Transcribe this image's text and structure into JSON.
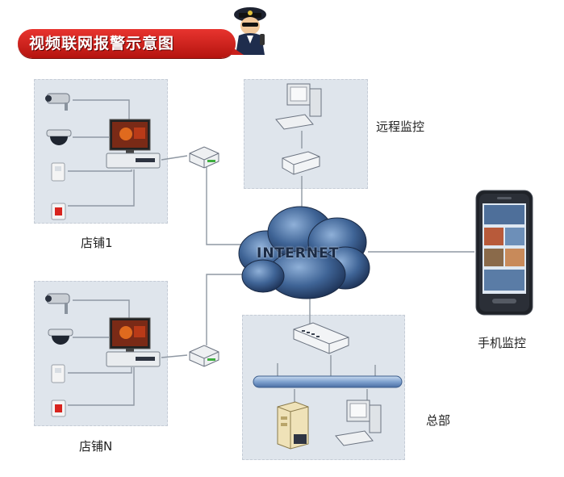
{
  "title": "视频联网报警示意图",
  "labels": {
    "store1": "店铺1",
    "storeN": "店铺N",
    "remote": "远程监控",
    "hq": "总部",
    "mobile": "手机监控",
    "internet": "INTERNET"
  },
  "colors": {
    "banner": "#d42a24",
    "zone": "#dfe5ec",
    "cloud": "#3a5a86",
    "line": "#9aa3ad"
  },
  "icons": [
    "police-mascot-icon",
    "camera-icon",
    "dome-camera-icon",
    "pir-sensor-icon",
    "alarm-button-icon",
    "dvr-computer-icon",
    "router-icon",
    "pc-icon",
    "modem-icon",
    "switch-icon",
    "server-icon",
    "mobile-phone-icon",
    "cloud-icon"
  ]
}
